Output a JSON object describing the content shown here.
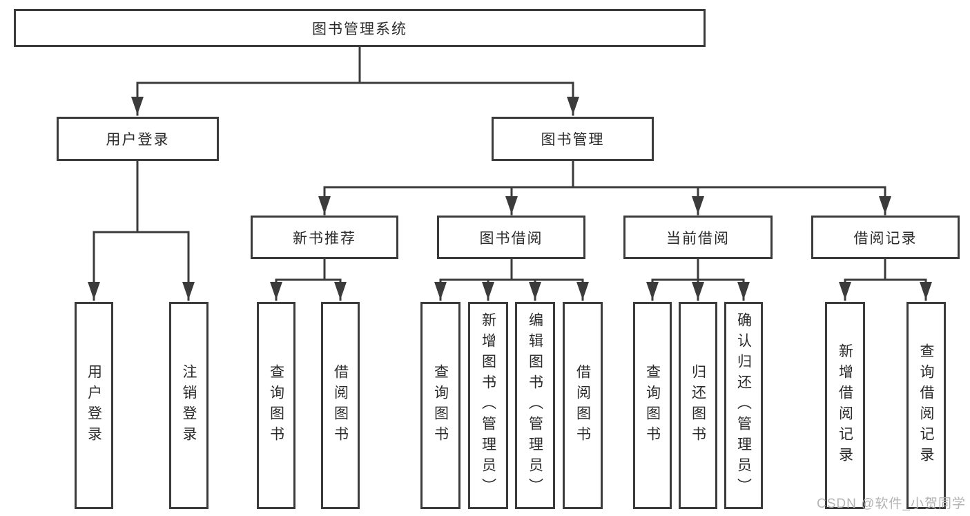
{
  "colors": {
    "line": "#3b3b3b",
    "text": "#2b2b2b",
    "background": "#ffffff",
    "box_bg": "#ffffff",
    "watermark": "#b3b3b3"
  },
  "watermark": {
    "text": "CSDN @软件_小贺同学"
  },
  "tree": {
    "root": "图书管理系统",
    "children": [
      {
        "label": "用户登录",
        "children": [
          "用户登录",
          "注销登录"
        ]
      },
      {
        "label": "图书管理",
        "children": [
          {
            "label": "新书推荐",
            "children": [
              "查询图书",
              "借阅图书"
            ]
          },
          {
            "label": "图书借阅",
            "children": [
              "查询图书",
              "新增图书（管理员）",
              "编辑图书（管理员）",
              "借阅图书"
            ]
          },
          {
            "label": "当前借阅",
            "children": [
              "查询图书",
              "归还图书",
              "确认归还（管理员）"
            ]
          },
          {
            "label": "借阅记录",
            "children": [
              "新增借阅记录",
              "查询借阅记录"
            ]
          }
        ]
      }
    ]
  }
}
